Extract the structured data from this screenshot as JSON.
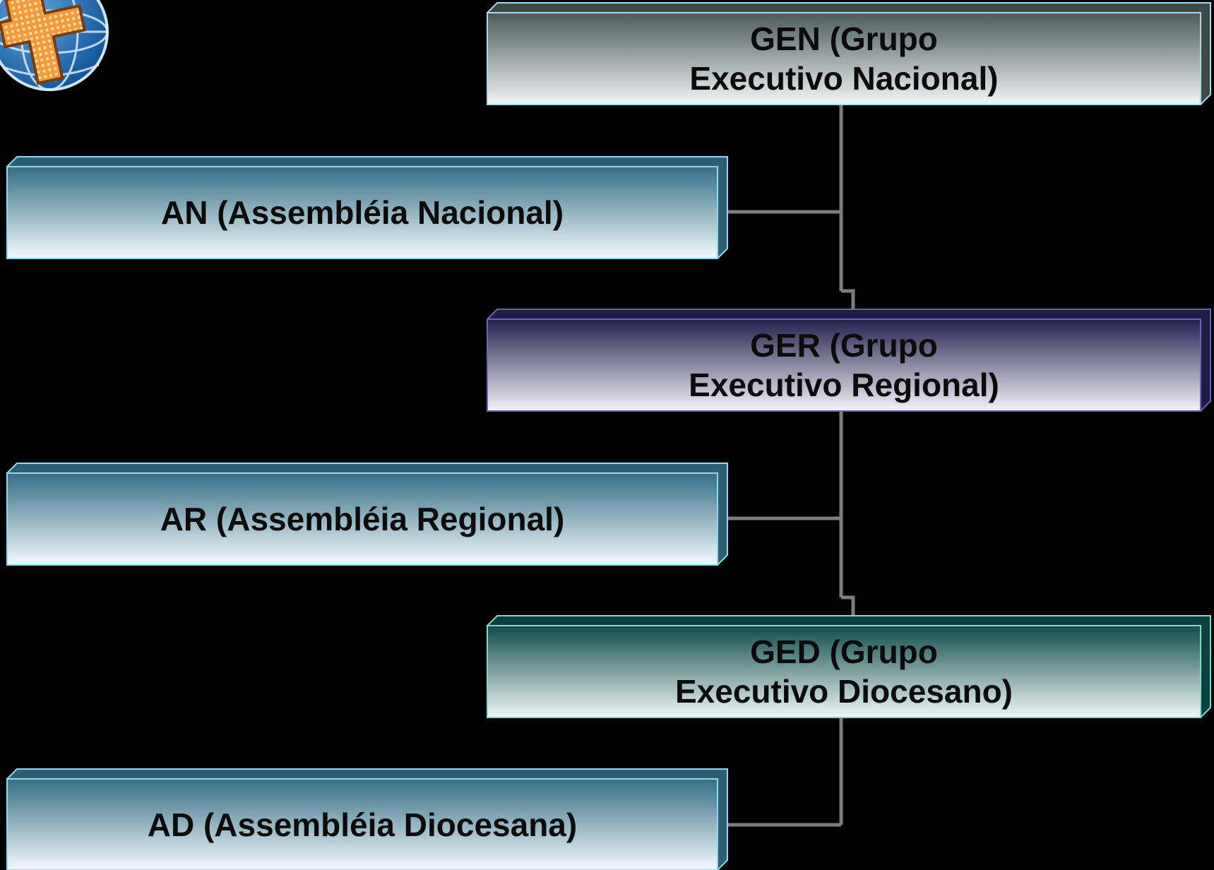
{
  "colors": {
    "background": "#000000",
    "connector": "#7d7d7d",
    "gen_top": "#4a5a5a",
    "gen_bottom": "#f2f6f6",
    "ger_top": "#24204e",
    "ger_bottom": "#f4f2fa",
    "ged_top": "#0f4c4a",
    "ged_bottom": "#eef7f6",
    "assembly_top": "#356e86",
    "assembly_bottom": "#f2fafd"
  },
  "logo": {
    "icon": "globe-cross-logo-icon"
  },
  "nodes": {
    "gen": {
      "line1": "GEN  (Grupo",
      "line2": "Executivo Nacional)"
    },
    "an": {
      "label": "AN (Assembléia Nacional)"
    },
    "ger": {
      "line1": "GER  (Grupo",
      "line2": "Executivo Regional)"
    },
    "ar": {
      "label": "AR (Assembléia Regional)"
    },
    "ged": {
      "line1": "GED  (Grupo",
      "line2": "Executivo Diocesano)"
    },
    "ad": {
      "label": "AD (Assembléia Diocesana)"
    }
  }
}
